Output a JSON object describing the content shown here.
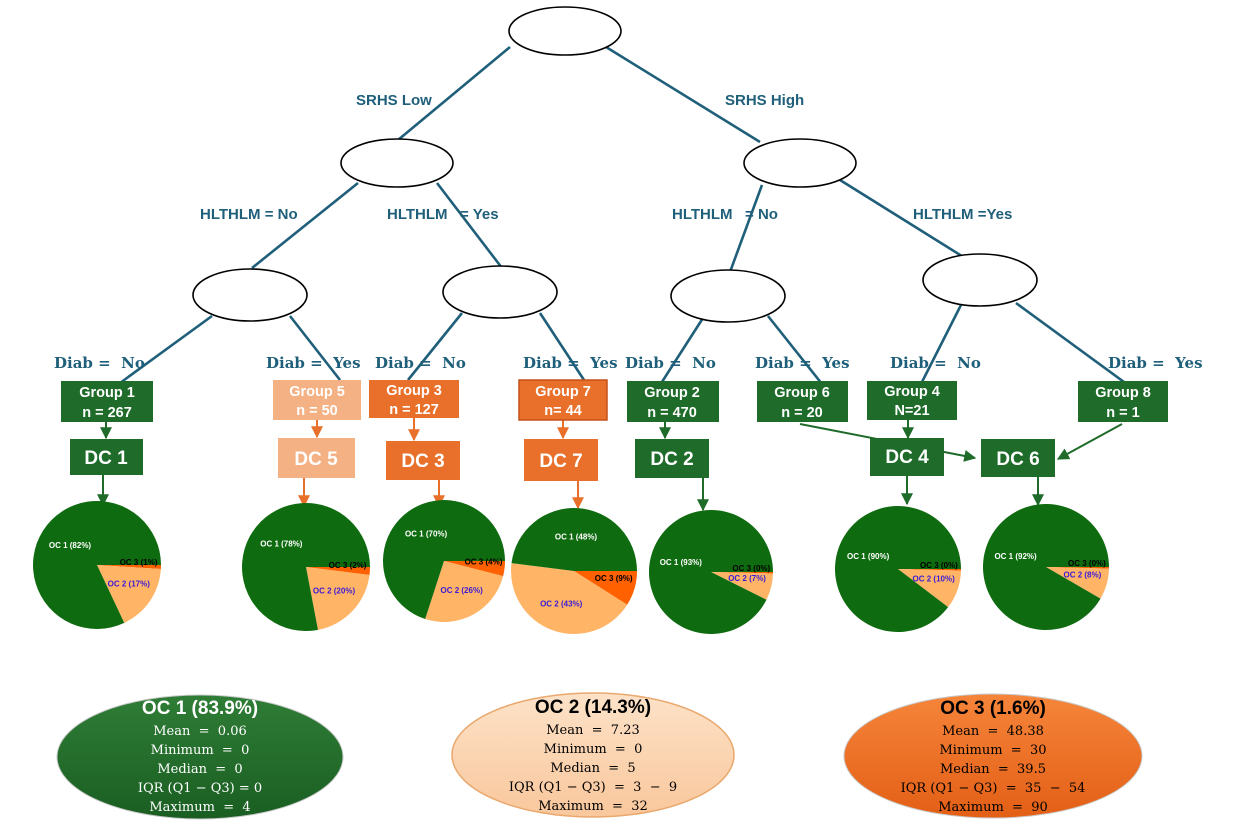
{
  "colors": {
    "green": "#1e6b2a",
    "pie_green": "#0f6b10",
    "dark_orange": "#e8702a",
    "light_orange": "#f4b183",
    "peach": "#fbcfa8",
    "pie_light": "#ffb466",
    "pie_orange": "#ff6000",
    "edge": "#1f5f7a"
  },
  "tree": {
    "split1": {
      "left": "SRHS Low",
      "right": "SRHS High"
    },
    "split2": {
      "ll": "HLTHLM = No",
      "lr": "HLTHLM   = Yes",
      "rl": "HLTHLM   = No",
      "rr": "HLTHLM =Yes"
    },
    "leaves": [
      {
        "diab": "Diab =  No"
      },
      {
        "diab": "Diab =  Yes"
      },
      {
        "diab": "Diab =  No"
      },
      {
        "diab": "Diab =  Yes"
      },
      {
        "diab": "Diab =  No"
      },
      {
        "diab": "Diab =  Yes"
      },
      {
        "diab": "Diab =  No"
      },
      {
        "diab": "Diab =  Yes"
      }
    ]
  },
  "groups": [
    {
      "name": "Group 1",
      "n": "n = 267",
      "color": "#1e6b2a"
    },
    {
      "name": "Group 5",
      "n": "n = 50",
      "color": "#f4b183"
    },
    {
      "name": "Group 3",
      "n": "n = 127",
      "color": "#e8702a"
    },
    {
      "name": "Group 7",
      "n": "n= 44",
      "color": "#e8702a"
    },
    {
      "name": "Group 2",
      "n": "n = 470",
      "color": "#1e6b2a"
    },
    {
      "name": "Group 6",
      "n": "n = 20",
      "color": "#1e6b2a"
    },
    {
      "name": "Group 4",
      "n": "N=21",
      "color": "#1e6b2a"
    },
    {
      "name": "Group 8",
      "n": "n = 1",
      "color": "#1e6b2a"
    }
  ],
  "dcs": [
    {
      "label": "DC 1",
      "color": "#1e6b2a"
    },
    {
      "label": "DC 5",
      "color": "#f4b183"
    },
    {
      "label": "DC 3",
      "color": "#e8702a"
    },
    {
      "label": "DC 7",
      "color": "#e8702a"
    },
    {
      "label": "DC 2",
      "color": "#1e6b2a"
    },
    {
      "label": "DC 4",
      "color": "#1e6b2a"
    },
    {
      "label": "DC 6",
      "color": "#1e6b2a"
    }
  ],
  "chart_data": {
    "type": "pie",
    "pies": [
      {
        "dc": "DC 1",
        "slices": [
          {
            "label": "OC 1 (82%)",
            "value": 82
          },
          {
            "label": "OC 2 (17%)",
            "value": 17
          },
          {
            "label": "OC 3 (1%)",
            "value": 1
          }
        ]
      },
      {
        "dc": "DC 5",
        "slices": [
          {
            "label": "OC 1 (78%)",
            "value": 78
          },
          {
            "label": "OC 2 (20%)",
            "value": 20
          },
          {
            "label": "OC 3 (2%)",
            "value": 2
          }
        ]
      },
      {
        "dc": "DC 3",
        "slices": [
          {
            "label": "OC 1 (70%)",
            "value": 70
          },
          {
            "label": "OC 2 (26%)",
            "value": 26
          },
          {
            "label": "OC 3 (4%)",
            "value": 4
          }
        ]
      },
      {
        "dc": "DC 7",
        "slices": [
          {
            "label": "OC 1 (48%)",
            "value": 48
          },
          {
            "label": "OC 2 (43%)",
            "value": 43
          },
          {
            "label": "OC 3 (9%)",
            "value": 9
          }
        ]
      },
      {
        "dc": "DC 2",
        "slices": [
          {
            "label": "OC 1 (93%)",
            "value": 93
          },
          {
            "label": "OC 2 (7%)",
            "value": 7
          },
          {
            "label": "OC 3 (0%)",
            "value": 0.4
          }
        ]
      },
      {
        "dc": "DC 4",
        "slices": [
          {
            "label": "OC 1 (90%)",
            "value": 90
          },
          {
            "label": "OC 2 (10%)",
            "value": 10
          },
          {
            "label": "OC 3 (0%)",
            "value": 0.4
          }
        ]
      },
      {
        "dc": "DC 6",
        "slices": [
          {
            "label": "OC 1 (92%)",
            "value": 92
          },
          {
            "label": "OC 2 (8%)",
            "value": 8
          },
          {
            "label": "OC 3 (0%)",
            "value": 0.4
          }
        ]
      }
    ],
    "slice_colors": [
      "#0f6b10",
      "#ffb466",
      "#ff6000"
    ]
  },
  "summaries": [
    {
      "title": "OC 1 (83.9%)",
      "stats": [
        "Mean  =  0.06",
        "Minimum  =  0",
        "Median  =  0",
        "IQR (Q1 − Q3) = 0",
        "Maximum  =  4"
      ]
    },
    {
      "title": "OC 2 (14.3%)",
      "stats": [
        "Mean  =  7.23",
        "Minimum  =  0",
        "Median  =  5",
        "IQR (Q1 − Q3)  =  3  −  9",
        "Maximum  =  32"
      ]
    },
    {
      "title": "OC 3 (1.6%)",
      "stats": [
        "Mean  =  48.38",
        "Minimum  =  30",
        "Median  =  39.5",
        "IQR (Q1 − Q3)  =  35  −  54",
        "Maximum  =  90"
      ]
    }
  ]
}
